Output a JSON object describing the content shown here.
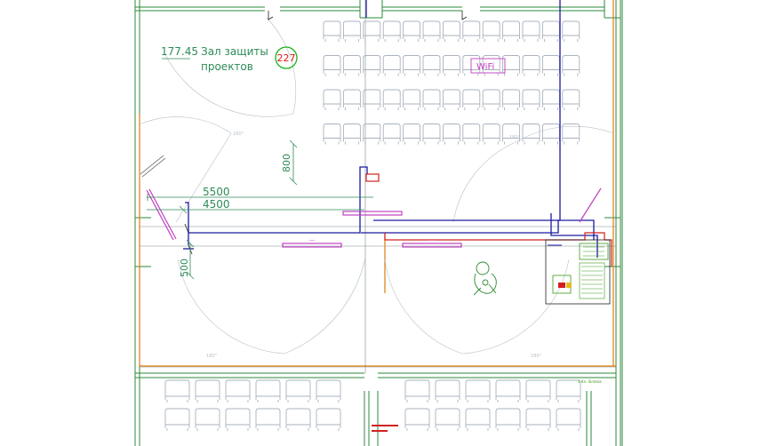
{
  "room": {
    "area": "177.45",
    "name_line1": "Зал защиты",
    "name_line2": "проектов",
    "number": "227"
  },
  "dimensions": {
    "d800": "800",
    "d5500": "5500",
    "d4500": "4500",
    "d500": "500"
  },
  "labels": {
    "wifi": "WiFi",
    "ceiling_marker": "—",
    "equipment_note": "3 Кл. Sinteza"
  },
  "colors": {
    "background": "#ffffff",
    "walls": "#2a8a3a",
    "grid": "#7a8a8a",
    "furniture": "#a9b2bd",
    "annotation_green": "#2e8b57",
    "magenta": "#c040c0",
    "network_blue": "#1a1aa0",
    "power_red": "#d02020",
    "orange": "#e07a10",
    "equipment": "#3a9a1a"
  },
  "seating": {
    "upper_rows": 4,
    "upper_seats_per_row": 13,
    "lower_left_columns": 6,
    "lower_right_columns": 6,
    "lower_rows": 2
  }
}
